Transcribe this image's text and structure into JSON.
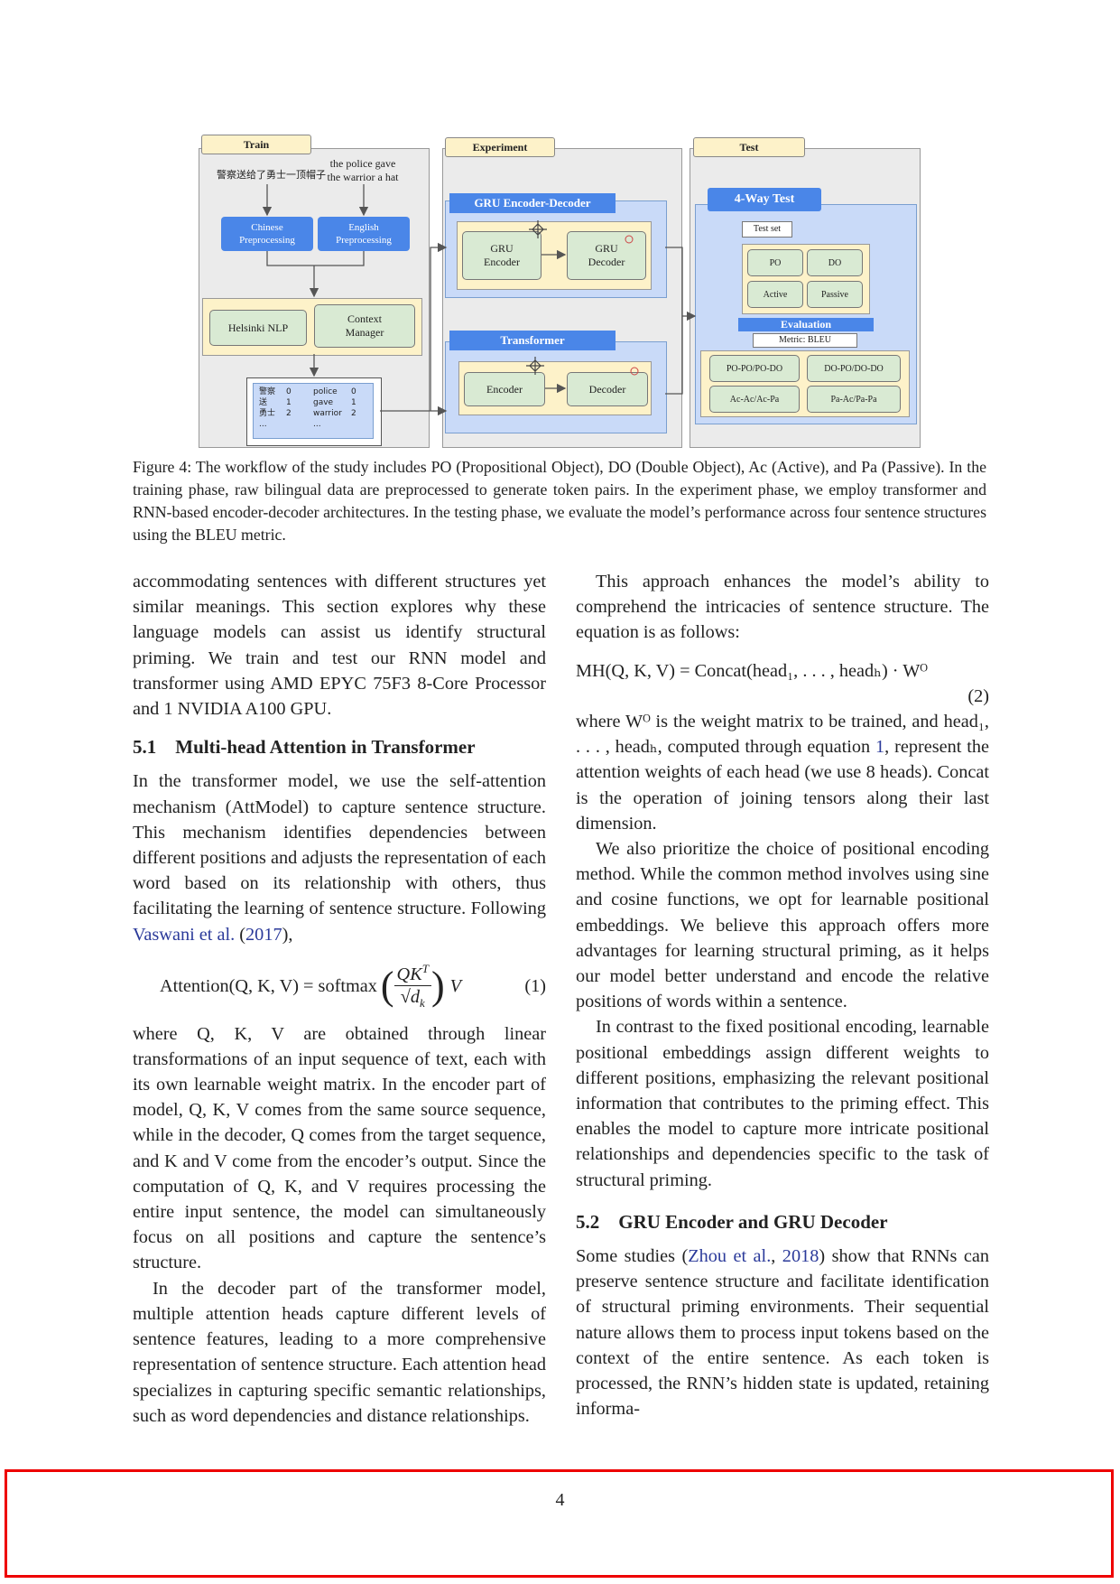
{
  "figure": {
    "train_tab": "Train",
    "experiment_tab": "Experiment",
    "test_tab": "Test",
    "chinese_sentence": "警察送给了勇士一顶帽子",
    "english_sentence_line1": "the police gave",
    "english_sentence_line2": "the warrior a hat",
    "chinese_pre_line1": "Chinese",
    "chinese_pre_line2": "Preprocessing",
    "english_pre_line1": "English",
    "english_pre_line2": "Preprocessing",
    "helsinki": "Helsinki NLP",
    "context_line1": "Context",
    "context_line2": "Manager",
    "token_rows": [
      {
        "zh": "警察",
        "zid": "0",
        "en": "police",
        "eid": "0"
      },
      {
        "zh": "送",
        "zid": "1",
        "en": "gave",
        "eid": "1"
      },
      {
        "zh": "勇士",
        "zid": "2",
        "en": "warrior",
        "eid": "2"
      },
      {
        "zh": "...",
        "zid": "",
        "en": "...",
        "eid": ""
      }
    ],
    "gru_title": "GRU Encoder-Decoder",
    "gru_encoder_line1": "GRU",
    "gru_encoder_line2": "Encoder",
    "gru_decoder_line1": "GRU",
    "gru_decoder_line2": "Decoder",
    "transformer_title": "Transformer",
    "encoder": "Encoder",
    "decoder": "Decoder",
    "fourway_title": "4-Way Test",
    "test_set": "Test set",
    "po": "PO",
    "do": "DO",
    "active": "Active",
    "passive": "Passive",
    "evaluation": "Evaluation",
    "metric": "Metric: BLEU",
    "po_po_do": "PO-PO/PO-DO",
    "do_po_do": "DO-PO/DO-DO",
    "ac_ac_pa": "Ac-Ac/Ac-Pa",
    "pa_ac_pa": "Pa-Ac/Pa-Pa"
  },
  "caption": "Figure 4: The workflow of the study includes PO (Propositional Object), DO (Double Object), Ac (Active), and Pa (Passive). In the training phase, raw bilingual data are preprocessed to generate token pairs. In the experiment phase, we employ transformer and RNN-based encoder-decoder architectures. In the testing phase, we evaluate the model’s performance across four sentence structures using the BLEU metric.",
  "left": {
    "p1": "accommodating sentences with different structures yet similar meanings. This section explores why these language models can assist us identify structural priming. We train and test our RNN model and transformer using AMD EPYC 75F3 8-Core Processor and 1 NVIDIA A100 GPU.",
    "h51_num": "5.1",
    "h51_title": "Multi-head Attention in Transformer",
    "p2_start": "In the transformer model, we use the self-attention mechanism (AttModel) to capture sentence structure. This mechanism identifies dependencies between different positions and adjusts the representation of each word based on its relationship with others, thus facilitating the learning of sentence structure. Following ",
    "p2_cite": "Vaswani et al.",
    "p2_year": "2017",
    "eq1_lhs": "Attention(Q, K, V) = softmax",
    "eq1_num": "(1)",
    "p3": "where Q, K, V are obtained through linear transformations of an input sequence of text, each with its own learnable weight matrix. In the encoder part of model, Q, K, V comes from the same source sequence, while in the decoder, Q comes from the target sequence, and K and V come from the encoder’s output. Since the computation of Q, K, and V requires processing the entire input sentence, the model can simultaneously focus on all positions and capture the sentence’s structure.",
    "p4": "In the decoder part of the transformer model, multiple attention heads capture different levels of sentence features, leading to a more comprehensive representation of sentence structure. Each attention head specializes in capturing specific semantic relationships, such as word dependencies and distance relationships."
  },
  "right": {
    "p1": "This approach enhances the model’s ability to comprehend the intricacies of sentence structure. The equation is as follows:",
    "eq2": "MH(Q, K, V) = Concat(head₁, . . . , headₕ) · Wᴼ",
    "eq2_num": "(2)",
    "p2_a": "where Wᴼ is the weight matrix to be trained, and head₁, . . . , headₕ, computed through equation ",
    "p2_ref": "1",
    "p2_b": ", represent the attention weights of each head (we use 8 heads). Concat is the operation of joining tensors along their last dimension.",
    "p3": "We also prioritize the choice of positional encoding method. While the common method involves using sine and cosine functions, we opt for learnable positional embeddings. We believe this approach offers more advantages for learning structural priming, as it helps our model better understand and encode the relative positions of words within a sentence.",
    "p4": "In contrast to the fixed positional encoding, learnable positional embeddings assign different weights to different positions, emphasizing the relevant positional information that contributes to the priming effect. This enables the model to capture more intricate positional relationships and dependencies specific to the task of structural priming.",
    "h52_num": "5.2",
    "h52_title": "GRU Encoder and GRU Decoder",
    "p5_a": "Some studies (",
    "p5_cite": "Zhou et al.",
    "p5_year": "2018",
    "p5_b": ") show that RNNs can preserve sentence structure and facilitate identification of structural priming environments. Their sequential nature allows them to process input tokens based on the context of the entire sentence. As each token is processed, the RNN’s hidden state is updated, retaining informa-"
  },
  "page_number": "4"
}
